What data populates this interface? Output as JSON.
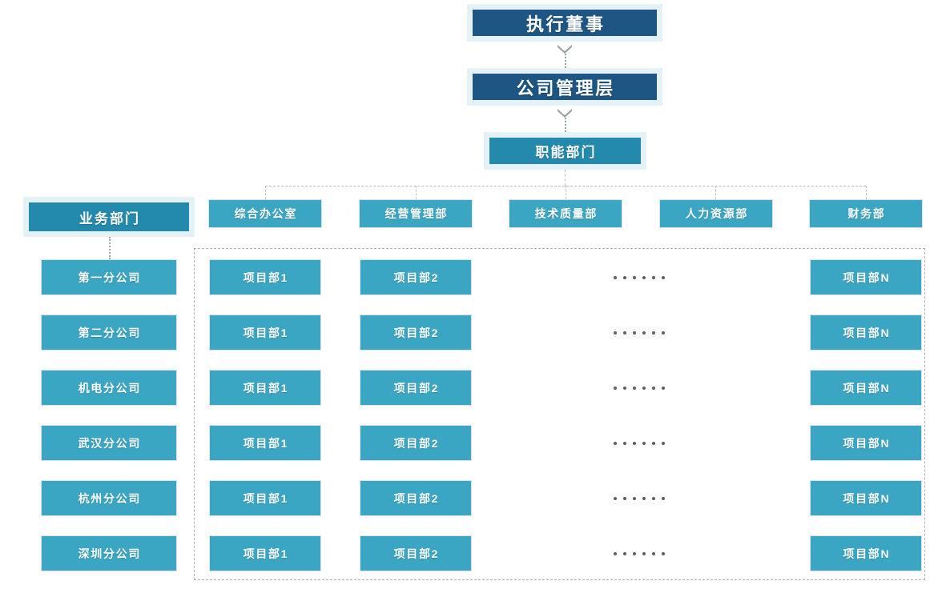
{
  "colors": {
    "navy": "#1d5583",
    "teal_mid": "#2389ad",
    "teal_light": "#3aa6c4",
    "frame": "#e4f1f6",
    "connector": "#9aa4ab",
    "dashed_border": "#a8b0b5",
    "dot": "#5a6168",
    "background": "#ffffff"
  },
  "hierarchy": {
    "executive_director": "执行董事",
    "company_management": "公司管理层",
    "functional_departments_header": "职能部门",
    "business_departments_header": "业务部门"
  },
  "functional_departments": [
    {
      "label": "综合办公室"
    },
    {
      "label": "经营管理部"
    },
    {
      "label": "技术质量部"
    },
    {
      "label": "人力资源部"
    },
    {
      "label": "财务部"
    }
  ],
  "branch_companies": [
    {
      "label": "第一分公司"
    },
    {
      "label": "第二分公司"
    },
    {
      "label": "机电分公司"
    },
    {
      "label": "武汉分公司"
    },
    {
      "label": "杭州分公司"
    },
    {
      "label": "深圳分公司"
    }
  ],
  "project_grid": {
    "column_labels": [
      "项目部1",
      "项目部2",
      "ellipsis",
      "项目部N"
    ],
    "rows": [
      {
        "cells": [
          "项目部1",
          "项目部2",
          "······",
          "项目部N"
        ]
      },
      {
        "cells": [
          "项目部1",
          "项目部2",
          "······",
          "项目部N"
        ]
      },
      {
        "cells": [
          "项目部1",
          "项目部2",
          "······",
          "项目部N"
        ]
      },
      {
        "cells": [
          "项目部1",
          "项目部2",
          "······",
          "项目部N"
        ]
      },
      {
        "cells": [
          "项目部1",
          "项目部2",
          "······",
          "项目部N"
        ]
      },
      {
        "cells": [
          "项目部1",
          "项目部2",
          "······",
          "项目部N"
        ]
      }
    ],
    "ellipsis_dot_count": 6
  }
}
